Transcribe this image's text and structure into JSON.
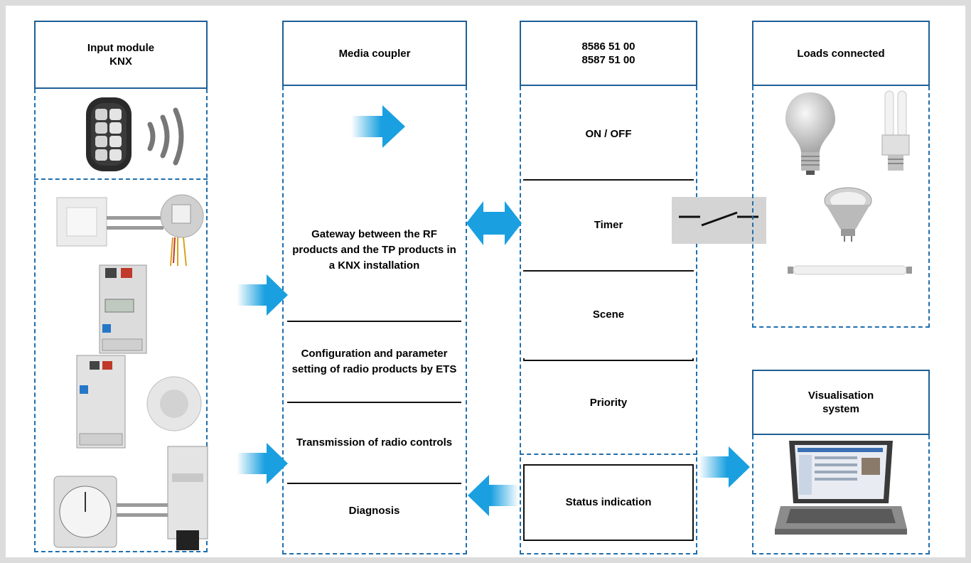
{
  "columns": {
    "input": {
      "title": "Input module\nKNX"
    },
    "coupler": {
      "title": "Media coupler",
      "functions": [
        "Gateway between the RF products and the TP products in a KNX installation",
        "Configuration and parameter setting of radio products by ETS",
        "Transmission of radio controls",
        "Diagnosis"
      ]
    },
    "actuator": {
      "title": "8586 51 00\n8587 51 00",
      "functions": [
        "ON / OFF",
        "Timer",
        "Scene",
        "Priority"
      ],
      "status": "Status indication"
    },
    "loads": {
      "title": "Loads connected"
    },
    "visualisation": {
      "title": "Visualisation\nsystem"
    }
  },
  "icons": {
    "remote": "rf-remote-control-icon",
    "switch": "wall-switch-with-binary-input-icon",
    "timer_din": "din-rail-timer-icon",
    "sensor_din": "din-rail-sensor-and-motion-detector-icon",
    "analog_timer": "analog-time-switch-icon",
    "relay": "relay-contact-icon",
    "bulb": "incandescent-bulb-icon",
    "cfl": "compact-fluorescent-lamp-icon",
    "halogen": "halogen-spot-icon",
    "tube": "fluorescent-tube-icon",
    "laptop": "laptop-icon"
  },
  "colors": {
    "frame": "#1f6fae",
    "arrow": "#1aa0e0"
  }
}
